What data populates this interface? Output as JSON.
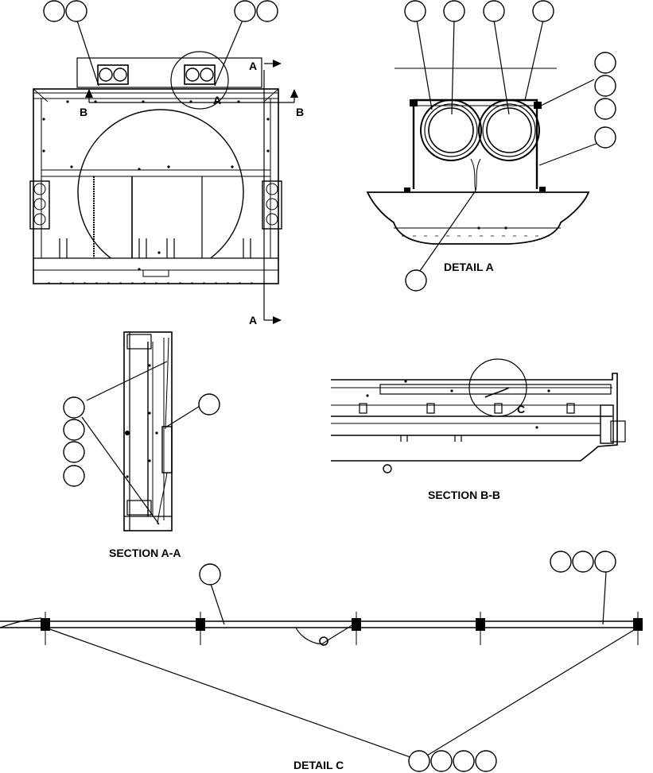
{
  "labels": {
    "detail_a": "DETAIL A",
    "section_aa": "SECTION A-A",
    "section_bb": "SECTION B-B",
    "detail_c": "DETAIL C",
    "cut_a": "A",
    "cut_b": "B",
    "detail_a_marker": "A",
    "detail_c_marker": "C"
  },
  "colors": {
    "line": "#000000",
    "background": "#ffffff"
  }
}
